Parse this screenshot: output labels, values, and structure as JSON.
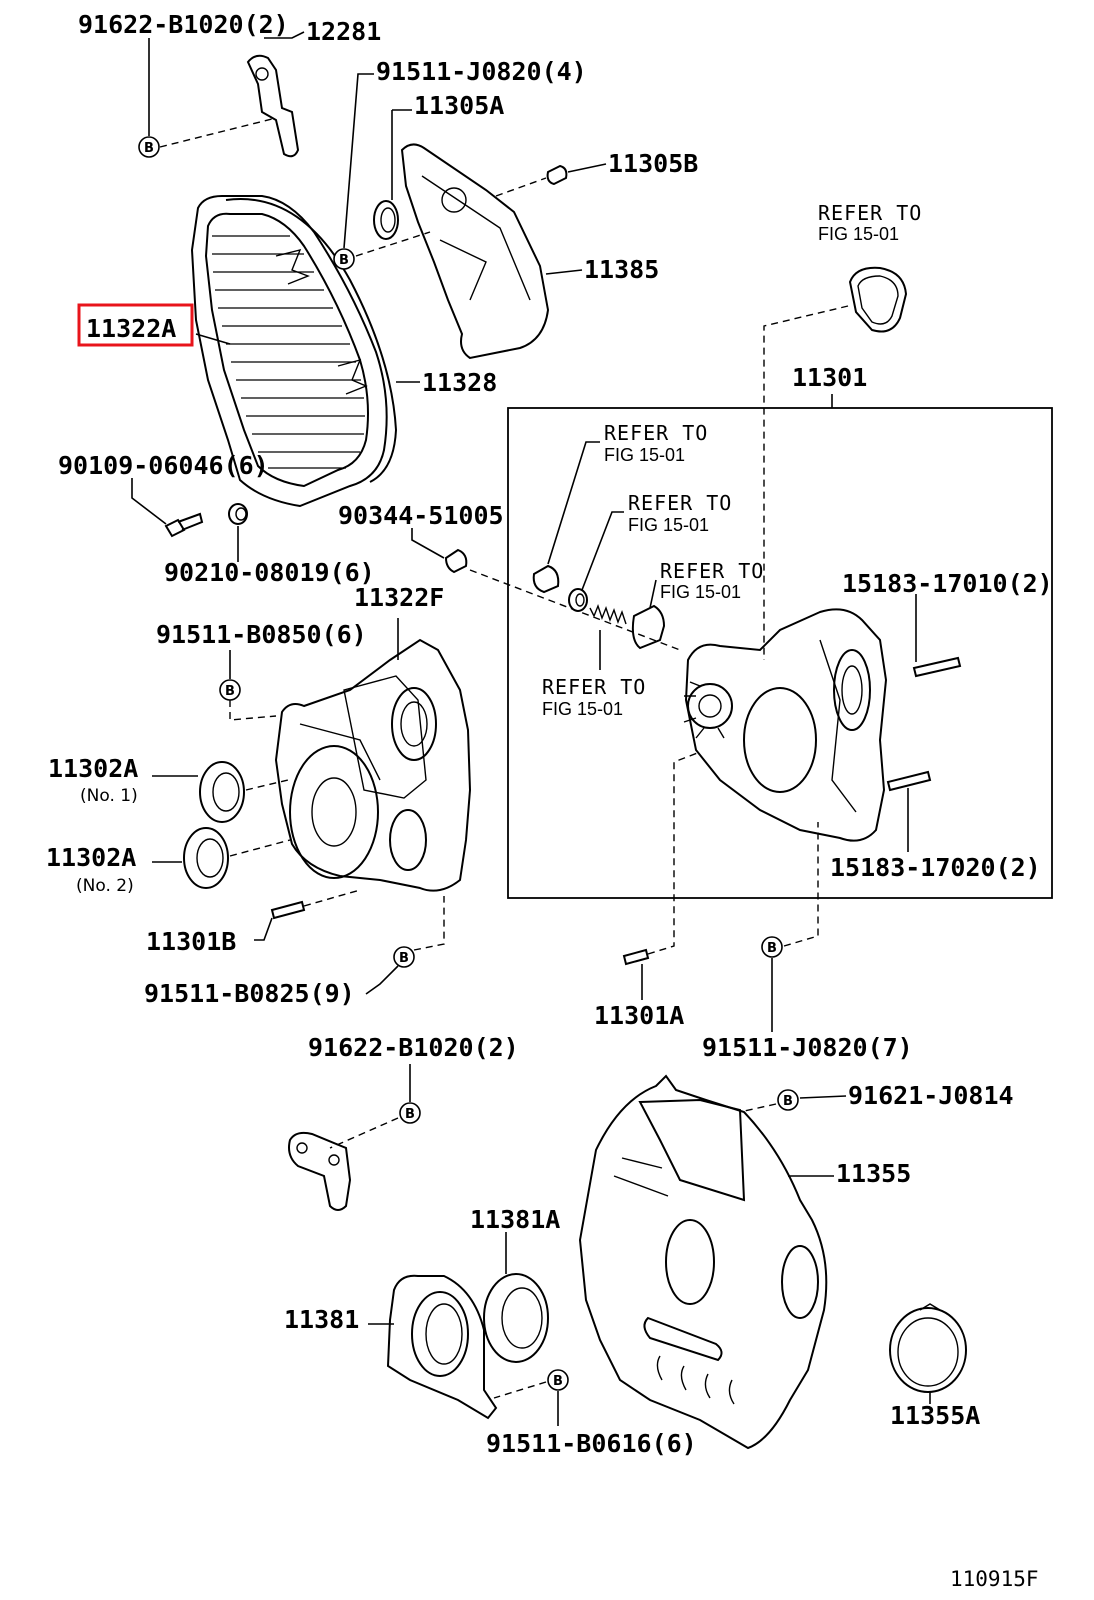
{
  "bolt_symbol": "B",
  "figure_number": "110915F",
  "highlight_color": "#e8141b",
  "callouts": {
    "bracket_bolt_top": "91622-B1020(2)",
    "bracket_top": "12281",
    "bolt_j0820_4": "91511-J0820(4)",
    "seal_11305a": "11305A",
    "plug_11305b": "11305B",
    "cover_11385": "11385",
    "cover_11322a": "11322A",
    "gasket_11328": "11328",
    "bolt_90109": "90109-06046(6)",
    "grommet_90210": "90210-08019(6)",
    "plug_90344": "90344-51005",
    "case_11322f": "11322F",
    "bolt_b0850": "91511-B0850(6)",
    "seal_11302a_1": "11302A",
    "seal_11302a_1_note": "(No. 1)",
    "seal_11302a_2": "11302A",
    "seal_11302a_2_note": "(No. 2)",
    "pin_11301b": "11301B",
    "bolt_b0825": "91511-B0825(9)",
    "case_11301": "11301",
    "stud_17010": "15183-17010(2)",
    "stud_17020": "15183-17020(2)",
    "pin_11301a": "11301A",
    "bolt_j0820_7": "91511-J0820(7)",
    "bracket_bolt_bottom": "91622-B1020(2)",
    "bolt_j0814": "91621-J0814",
    "plate_11355": "11355",
    "seal_11381a": "11381A",
    "retainer_11381": "11381",
    "bolt_b0616": "91511-B0616(6)",
    "cover_11355a": "11355A"
  },
  "refer_notes": [
    {
      "line1": "REFER TO",
      "line2": "FIG 15-01"
    },
    {
      "line1": "REFER TO",
      "line2": "FIG 15-01"
    },
    {
      "line1": "REFER TO",
      "line2": "FIG 15-01"
    },
    {
      "line1": "REFER TO",
      "line2": "FIG 15-01"
    },
    {
      "line1": "REFER TO",
      "line2": "FIG 15-01"
    }
  ]
}
